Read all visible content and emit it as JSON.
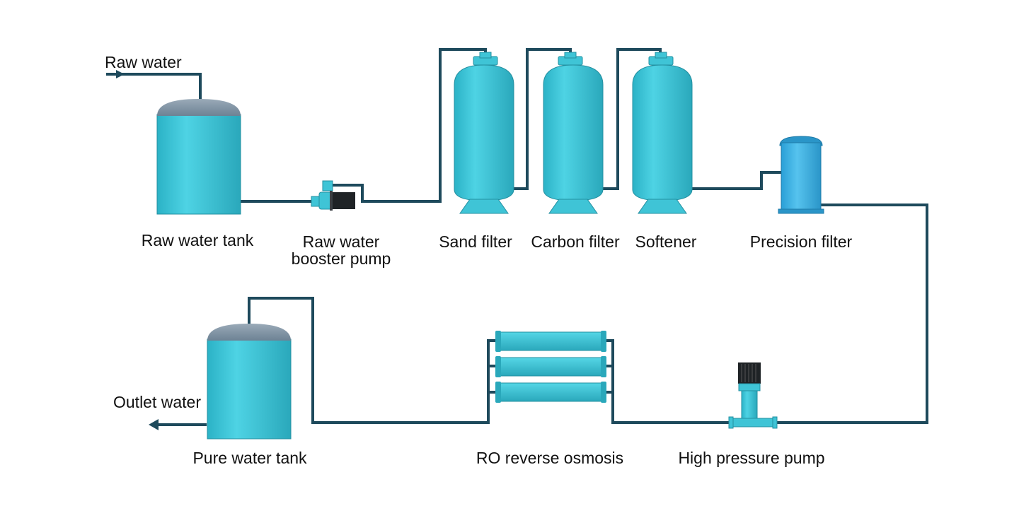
{
  "diagram": {
    "inputs": {
      "raw_water": "Raw water"
    },
    "outputs": {
      "outlet_water": "Outlet water"
    },
    "components": {
      "raw_water_tank": "Raw water tank",
      "booster_pump_line1": "Raw water",
      "booster_pump_line2": "booster pump",
      "sand_filter": "Sand filter",
      "carbon_filter": "Carbon filter",
      "softener": "Softener",
      "precision_filter": "Precision filter",
      "high_pressure_pump": "High pressure pump",
      "ro_reverse_osmosis": "RO reverse osmosis",
      "pure_water_tank": "Pure water tank"
    },
    "colors": {
      "vessel": "#3fc4d6",
      "vessel_dark": "#2aa8bb",
      "dome": "#7f95a6",
      "pipe": "#1e4a5c",
      "motor": "#1f2326",
      "text": "#111111"
    }
  }
}
